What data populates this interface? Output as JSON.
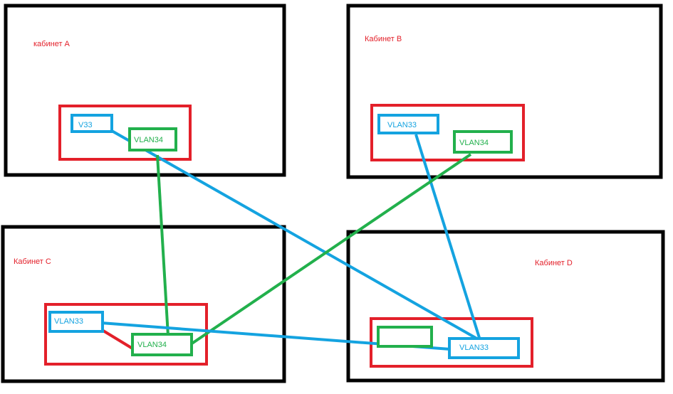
{
  "colors": {
    "room_border": "#000000",
    "switch_border": "#e3202a",
    "vlan33": "#14a3e0",
    "vlan34": "#22b04c",
    "label": "#e3202a",
    "background": "#ffffff"
  },
  "rooms": {
    "a": {
      "label": "кабинет А"
    },
    "b": {
      "label": "Кабинет В"
    },
    "c": {
      "label": "Кабинет С"
    },
    "d": {
      "label": "Кабинет D"
    }
  },
  "ports": {
    "a_v33": {
      "label": "V33",
      "vlan": "33"
    },
    "a_v34": {
      "label": "VLAN34",
      "vlan": "34"
    },
    "b_v33": {
      "label": "VLAN33",
      "vlan": "33"
    },
    "b_v34": {
      "label": "VLAN34",
      "vlan": "34"
    },
    "c_v33": {
      "label": "VLAN33",
      "vlan": "33"
    },
    "c_v34": {
      "label": "VLAN34",
      "vlan": "34"
    },
    "d_v34": {
      "label": "",
      "vlan": "34"
    },
    "d_v33": {
      "label": "VLAN33",
      "vlan": "33"
    }
  },
  "links": [
    {
      "from": "a_v33",
      "to": "d_v33",
      "color": "vlan33"
    },
    {
      "from": "a_v34",
      "to": "c_v34",
      "color": "vlan34"
    },
    {
      "from": "b_v33",
      "to": "d_v33",
      "color": "vlan33"
    },
    {
      "from": "b_v34",
      "to": "c_v34",
      "color": "vlan34"
    },
    {
      "from": "c_v33",
      "to": "d_v34",
      "color": "vlan33"
    },
    {
      "from": "c_v33",
      "to": "c_v34",
      "color": "switch_border"
    }
  ]
}
